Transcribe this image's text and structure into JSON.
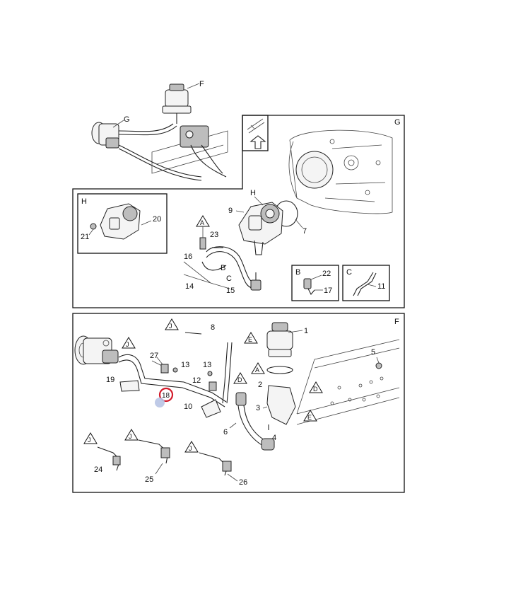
{
  "diagram": {
    "callouts": {
      "F_top": "F",
      "G_top": "G",
      "G_panel": "G",
      "H_panel": "H",
      "H_detail": "H",
      "n9": "9",
      "n7": "7",
      "n20": "20",
      "n21": "21",
      "n23": "23",
      "n16": "16",
      "n14": "14",
      "n15": "15",
      "B_mid": "B",
      "C_mid": "C",
      "n22": "22",
      "n17": "17",
      "n11": "11",
      "B_box": "B",
      "C_box": "C",
      "F_lower": "F",
      "n8": "8",
      "n1": "1",
      "n5": "5",
      "n27": "27",
      "n13a": "13",
      "n13b": "13",
      "n12": "12",
      "n19": "19",
      "n18": "18",
      "n10": "10",
      "n6": "6",
      "n2": "2",
      "n3": "3",
      "n4": "4",
      "n24": "24",
      "n25": "25",
      "n26": "26"
    },
    "triangles": {
      "A_mid": "A",
      "A_low": "A",
      "J1": "J",
      "J2": "J",
      "E1": "E",
      "E2": "E",
      "D1": "D",
      "D2": "D",
      "J3": "J",
      "J4": "J",
      "J5": "J"
    },
    "highlight": {
      "label": "18",
      "color": "#d21a2a"
    },
    "colors": {
      "line": "#222222",
      "background": "#ffffff",
      "cursor": "#b8c4e4"
    }
  }
}
